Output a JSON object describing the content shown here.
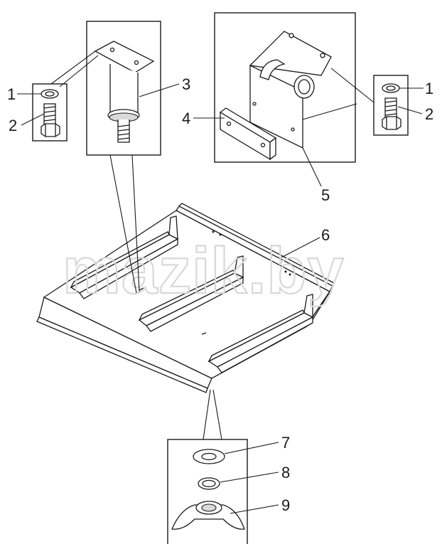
{
  "watermark": "mazik.by",
  "callouts": {
    "c1_left": "1",
    "c2_left": "2",
    "c3": "3",
    "c4": "4",
    "c5": "5",
    "c6": "6",
    "c7": "7",
    "c8": "8",
    "c9": "9",
    "c1_right": "1",
    "c2_right": "2"
  }
}
